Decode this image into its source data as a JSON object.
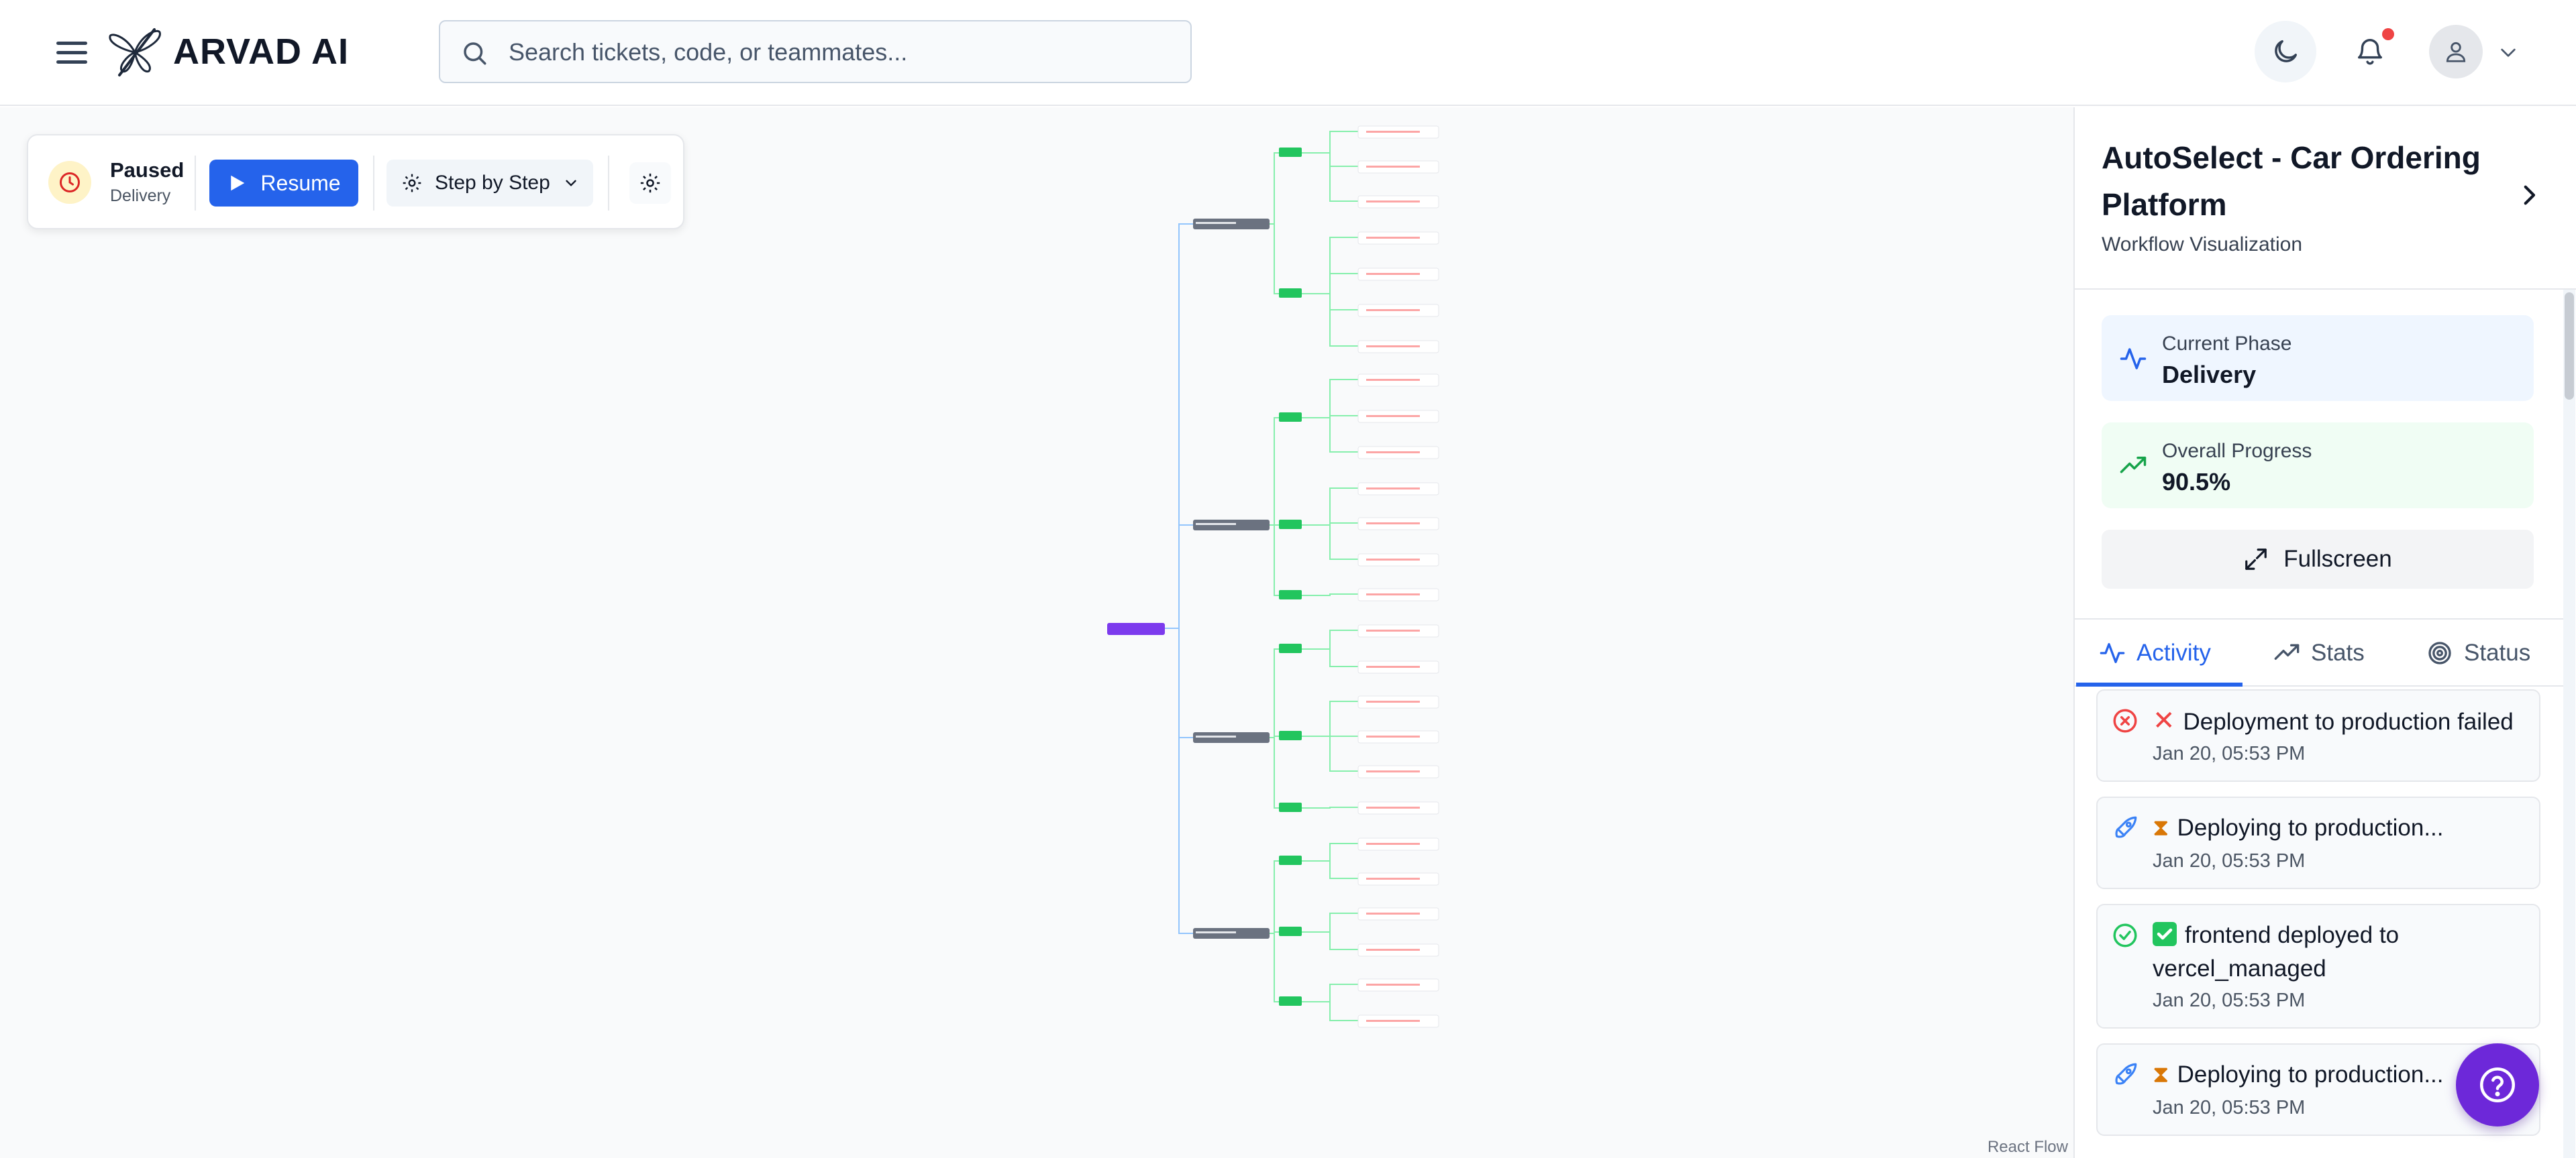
{
  "app": {
    "brand": "ARVAD AI"
  },
  "search": {
    "placeholder": "Search tickets, code, or teammates..."
  },
  "control": {
    "status": "Paused",
    "phase": "Delivery",
    "resume_label": "Resume",
    "mode_label": "Step by Step"
  },
  "panel": {
    "title": "AutoSelect - Car Ordering Platform",
    "subtitle": "Workflow Visualization",
    "current_phase_label": "Current Phase",
    "current_phase_value": "Delivery",
    "progress_label": "Overall Progress",
    "progress_value": "90.5%",
    "fullscreen_label": "Fullscreen",
    "tabs": [
      {
        "label": "Activity",
        "icon": "activity-icon"
      },
      {
        "label": "Stats",
        "icon": "trending-up-icon"
      },
      {
        "label": "Status",
        "icon": "target-icon"
      }
    ],
    "activity": [
      {
        "status": "failed",
        "icon": "x-circle-icon",
        "message": "Deployment to production failed",
        "time": "Jan 20, 05:53 PM"
      },
      {
        "status": "deploying",
        "icon": "rocket-icon",
        "message": "Deploying to production...",
        "time": "Jan 20, 05:53 PM"
      },
      {
        "status": "success",
        "icon": "check-circle-icon",
        "message": "frontend deployed to vercel_managed",
        "time": "Jan 20, 05:53 PM"
      },
      {
        "status": "deploying",
        "icon": "rocket-icon",
        "message": "Deploying to production...",
        "time": "Jan 20, 05:53 PM"
      }
    ]
  },
  "canvas": {
    "attribution": "React Flow"
  },
  "colors": {
    "primary": "#2563eb",
    "root_node": "#7c3aed",
    "phase_node": "#6b7280",
    "task_node": "#22c55e",
    "edge_main": "#93c5fd",
    "edge_task": "#86efac",
    "help_button": "#6d28d9",
    "notification_dot": "#ef4444"
  }
}
